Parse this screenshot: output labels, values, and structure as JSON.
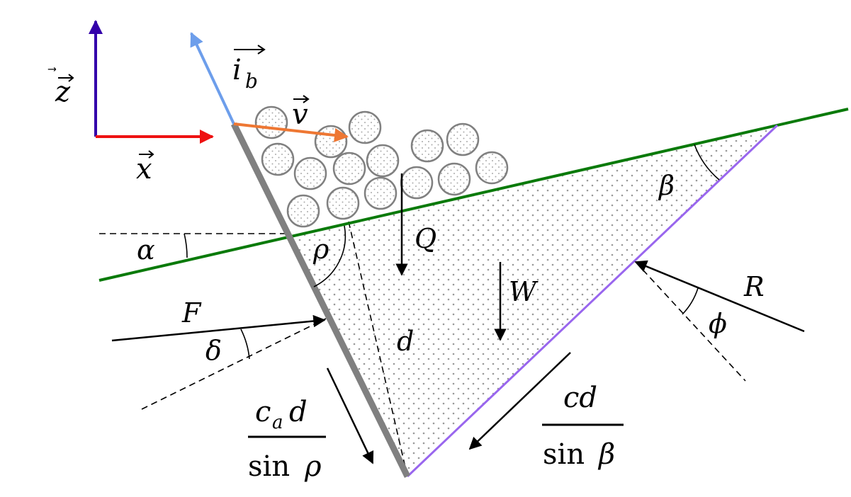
{
  "labels": {
    "z_axis": "z",
    "x_axis": "x",
    "blade_unit": "i",
    "blade_unit_sub": "b",
    "velocity": "v",
    "alpha": "α",
    "rho": "ρ",
    "beta": "β",
    "phi": "ϕ",
    "delta": "δ",
    "Q": "Q",
    "W": "W",
    "R": "R",
    "F": "F",
    "d": "d"
  },
  "adhesion_force": {
    "num_c": "c",
    "num_sub": "a",
    "num_d": "d",
    "den_fn": "sin",
    "den_arg": "ρ"
  },
  "cohesion_force": {
    "num": "cd",
    "den_fn": "sin",
    "den_arg": "β"
  },
  "colors": {
    "blade": "#808080",
    "soil_surface": "#0a7a0a",
    "failure_plane": "#9966ee",
    "blade_axis": "#6d9eeb",
    "z_axis": "#3300aa",
    "x_axis": "#ee1111",
    "velocity": "#ee7733",
    "particles": "#808080"
  }
}
